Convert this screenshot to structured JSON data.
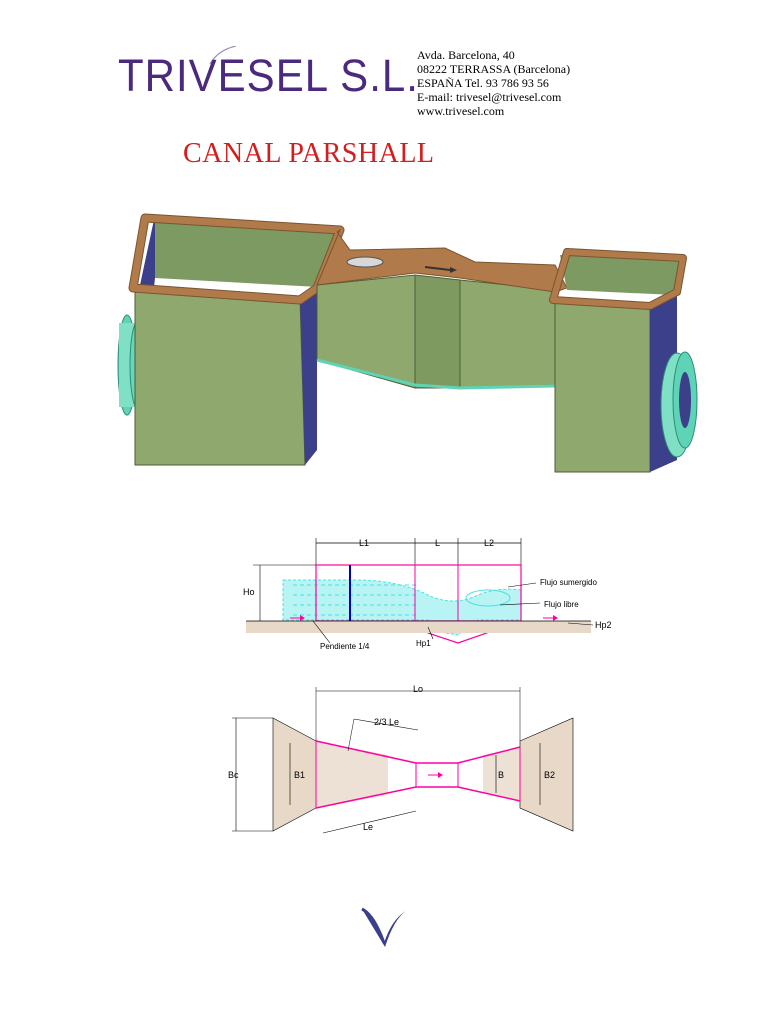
{
  "header": {
    "logo_text": "TRIVESEL S.L.",
    "address_lines": [
      "Avda. Barcelona,  40",
      "08222 TERRASSA  (Barcelona)",
      "ESPAÑA  Tel. 93 786 93 56",
      "E-mail: trivesel@trivesel.com",
      "www.trivesel.com"
    ]
  },
  "title": "CANAL PARSHALL",
  "side_view": {
    "labels": {
      "l1": "L1",
      "l": "L",
      "l2": "L2",
      "ho": "Ho",
      "flujo_sumergido": "Flujo sumergido",
      "flujo_libre": "Flujo libre",
      "hp2": "Hp2",
      "hp1": "Hp1",
      "pendiente": "Pendiente 1/4"
    }
  },
  "plan_view": {
    "labels": {
      "lo": "Lo",
      "two_thirds": "2/3  Le",
      "le": "Le",
      "bc": "Bc",
      "b1": "B1",
      "b": "B",
      "b2": "B2"
    }
  },
  "colors": {
    "logo": "#4b2a7d",
    "title": "#d21e1e",
    "panel_green": "#8fa86e",
    "rim_brown": "#b07a4a",
    "flange_teal": "#5fd3b5",
    "drawing_magenta": "#ff00a0",
    "water_cyan": "#4ee0e0"
  }
}
